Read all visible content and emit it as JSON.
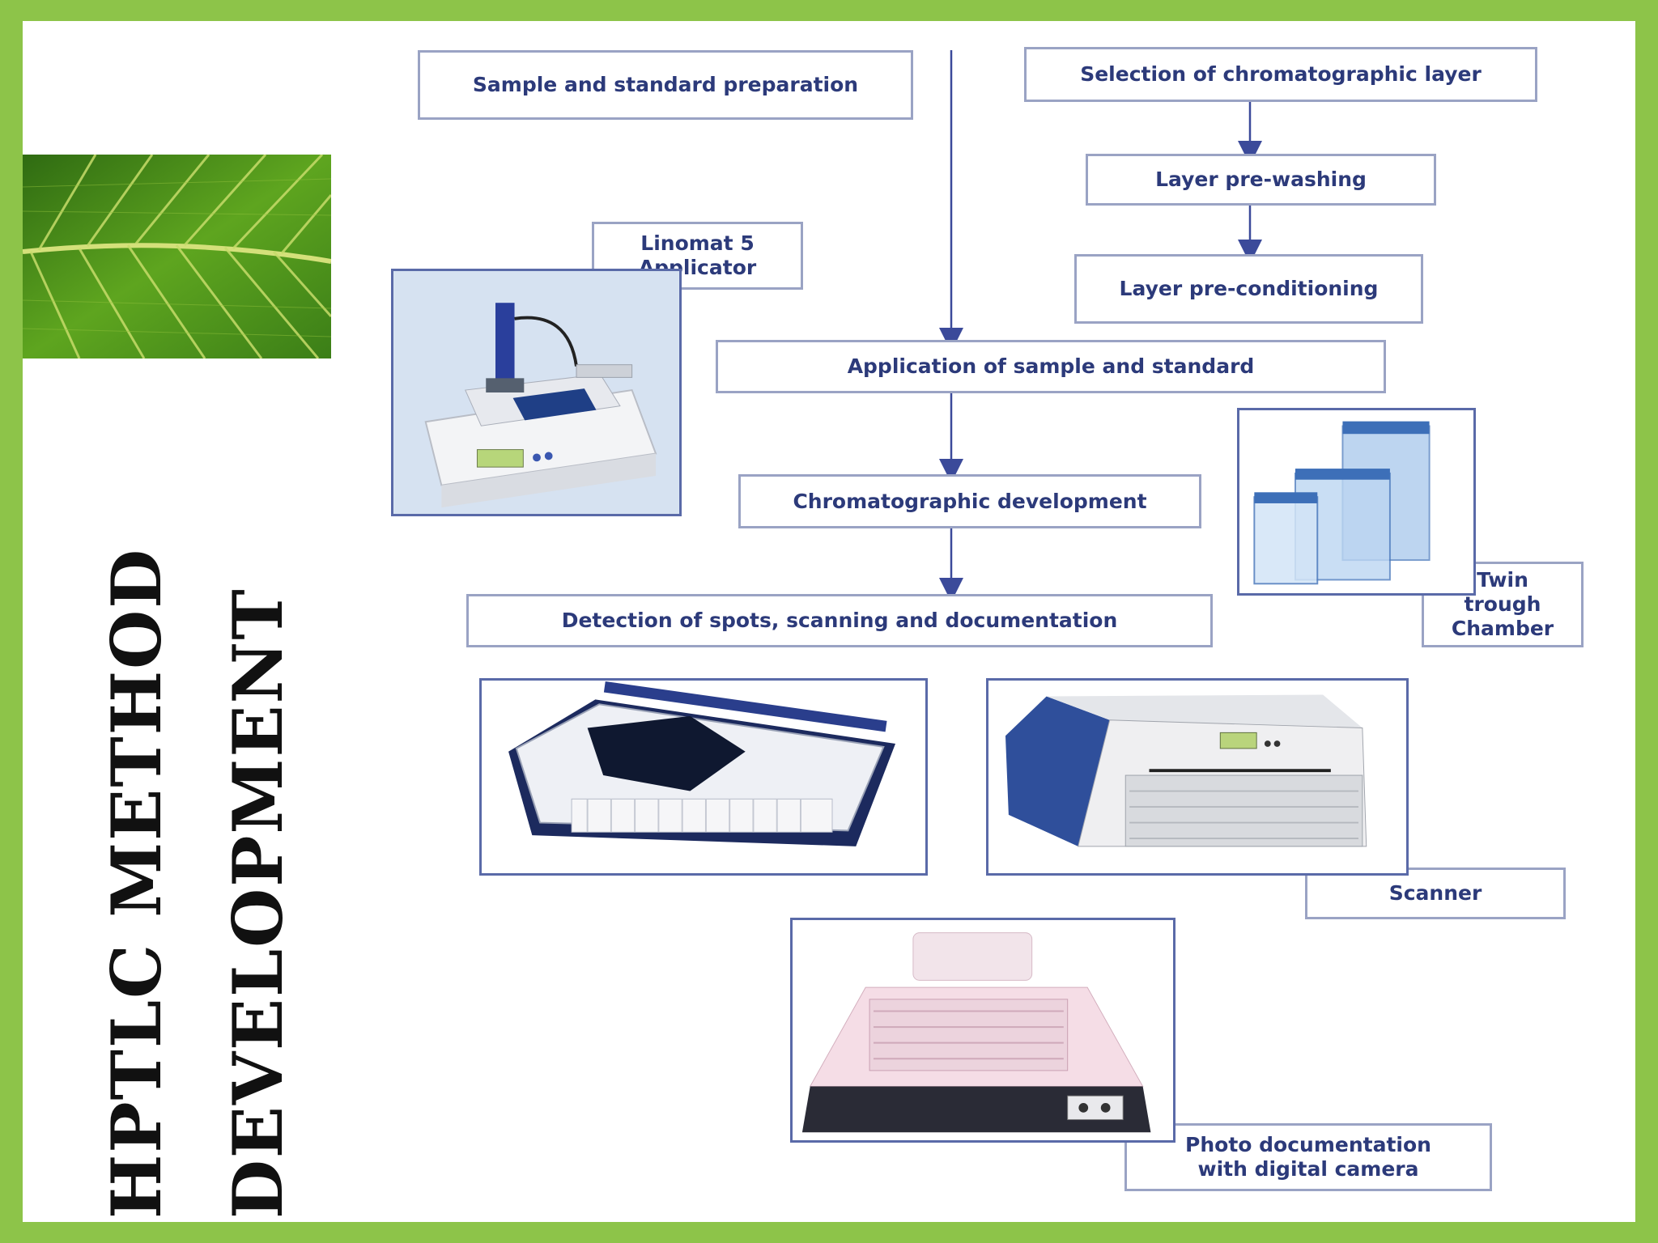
{
  "title": {
    "line1": "HPTLC METHOD",
    "line2": "DEVELOPMENT"
  },
  "steps": {
    "sample_prep": "Sample and standard preparation",
    "layer_selection": "Selection of chromatographic layer",
    "prewashing": "Layer pre-washing",
    "preconditioning": "Layer pre-conditioning",
    "application": "Application of sample and standard",
    "development": "Chromatographic development",
    "detection": "Detection of spots, scanning and documentation"
  },
  "instruments": {
    "linomat": "Linomat 5\nApplicator",
    "twin_trough": "Twin\ntrough\nChamber",
    "scanner": "Scanner",
    "photo": "Photo documentation\nwith digital camera"
  },
  "colors": {
    "frame": "#8dc449",
    "line": "#3b4a9a",
    "box_text": "#2c3a7a",
    "box_border": "#9aa3c4"
  }
}
